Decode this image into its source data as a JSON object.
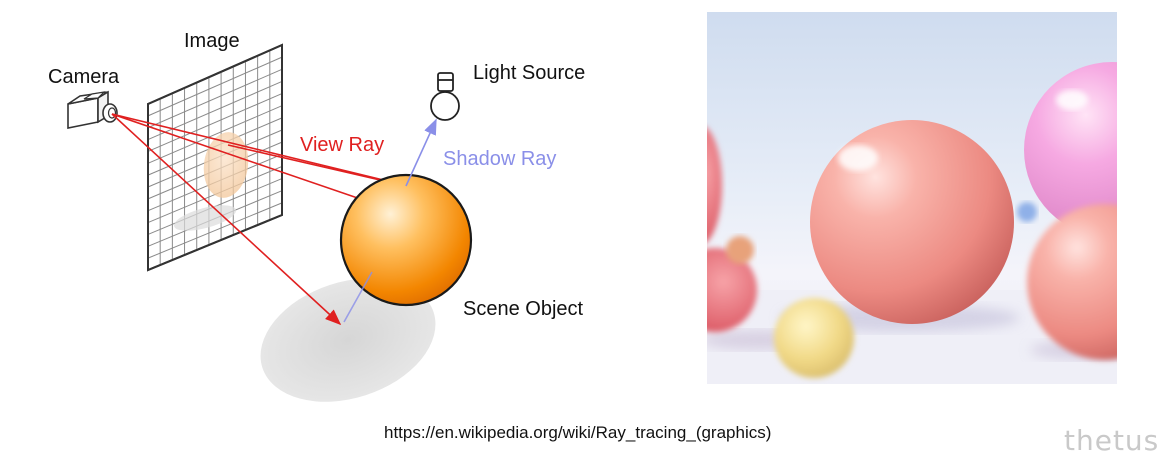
{
  "diagram": {
    "labels": {
      "image": "Image",
      "camera": "Camera",
      "light_source": "Light Source",
      "view_ray": "View Ray",
      "shadow_ray": "Shadow Ray",
      "scene_object": "Scene Object"
    },
    "colors": {
      "view_ray": "#e02020",
      "shadow_ray": "#8a8fe8",
      "sphere_light": "#ffd29a",
      "sphere_dark": "#f07a00",
      "shadow": "#dcdcdc",
      "grid": "#777777"
    },
    "icons": [
      "camera-icon",
      "light-bulb-icon"
    ]
  },
  "render": {
    "description_free": true,
    "colors": {
      "sky": "#dfe7f4",
      "floor": "#eeeef6",
      "pink_sphere": "#f2938c",
      "magenta_sphere": "#f29ad8",
      "yellow_sphere": "#f3dc86"
    }
  },
  "footer": {
    "url": "https://en.wikipedia.org/wiki/Ray_tracing_(graphics)",
    "watermark": "thetus"
  }
}
